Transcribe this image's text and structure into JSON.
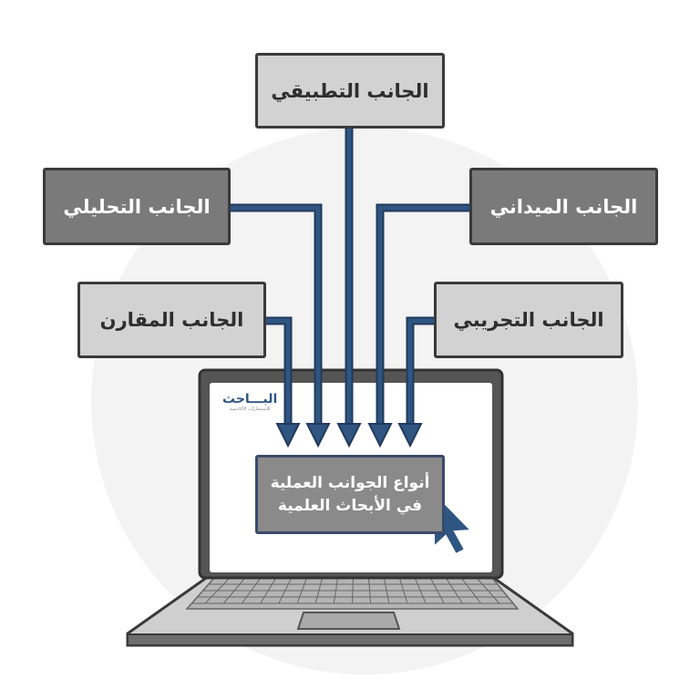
{
  "diagram": {
    "top": {
      "label": "الجانب التطبيقي"
    },
    "left_upper": {
      "label": "الجانب التحليلي"
    },
    "right_upper": {
      "label": "الجانب الميداني"
    },
    "left_lower": {
      "label": "الجانب المقارن"
    },
    "right_lower": {
      "label": "الجانب التجريبي"
    },
    "center": {
      "line1": "أنواع الجوانب العملية",
      "line2": "في الأبحاث العلمية"
    }
  },
  "logo": {
    "name": "البـــاحث",
    "tagline": "للاستشارات الأكاديمية"
  },
  "colors": {
    "arrow": "#2f5582",
    "dark_box": "#7a7a7a",
    "light_box": "#d2d2d2",
    "center_box": "#8a8a8a"
  }
}
